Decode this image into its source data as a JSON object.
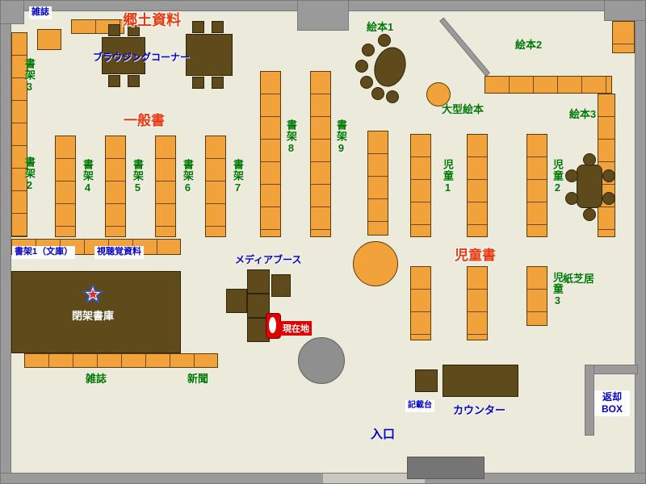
{
  "palette": {
    "wall_gray": "#9A9A9A",
    "floor_beige": "#ECEADB",
    "shelf_orange": "#F2A23B",
    "wood_brown": "#5E4A1A",
    "label_blue": "#0000C8",
    "label_green": "#007800",
    "label_red": "#E8380C",
    "marker_red": "#DF0000"
  },
  "labels": {
    "magazines_top": "雑誌",
    "local_materials": "郷土資料",
    "browsing_corner": "ブラウジングコーナー",
    "shelf2": "書架2",
    "shelf3": "書架3",
    "shelf4": "書架4",
    "shelf5": "書架5",
    "shelf6": "書架6",
    "shelf7": "書架7",
    "shelf8": "書架8",
    "shelf9": "書架9",
    "general_books": "一般書",
    "picture1": "絵本1",
    "picture2": "絵本2",
    "picture3": "絵本3",
    "large_picture": "大型絵本",
    "children1": "児童1",
    "children2": "児童2",
    "children3": "児童3",
    "children_books": "児童書",
    "kamishibai": "紙芝居",
    "shelf1_bunko": "書架1（文庫）",
    "audiovisual": "視聴覚資料",
    "media_booth": "メディアブース",
    "closed_stacks": "閉架書庫",
    "current_location": "現在地",
    "magazines_bottom": "雑誌",
    "newspapers": "新聞",
    "writing_stand": "記載台",
    "counter": "カウンター",
    "entrance": "入口",
    "return_box": "返却BOX"
  }
}
